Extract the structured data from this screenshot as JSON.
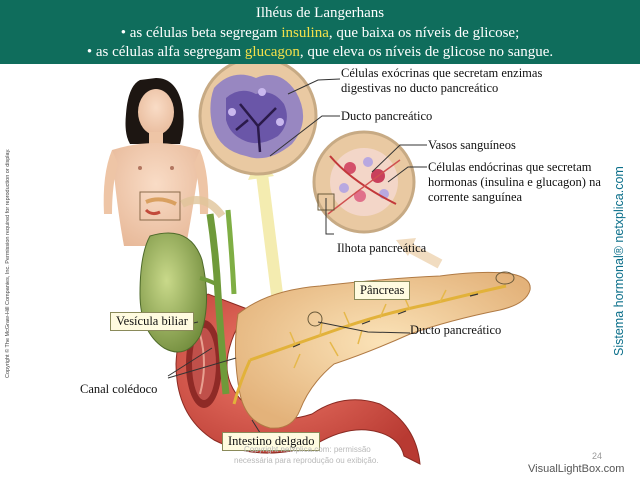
{
  "header": {
    "title": "Ilhéus de Langerhans",
    "line1_pre": "• as células beta segregam ",
    "line1_hl": "insulina",
    "line1_post": ", que baixa os níveis de glicose;",
    "line2_pre": "• as células alfa segregam ",
    "line2_hl": "glucagon",
    "line2_post": ", que eleva os níveis de glicose no sangue."
  },
  "labels": {
    "exocrine": "Células exócrinas que secretam enzimas digestivas no ducto pancreático",
    "duct_top": "Ducto pancreático",
    "vessels": "Vasos sanguíneos",
    "endocrine": "Células endócrinas que secretam hormonas (insulina e glucagon) na corrente sanguínea",
    "islet": "Ilhota pancreática",
    "pancreas": "Pâncreas",
    "gallbladder": "Vesícula biliar",
    "common_bile_duct": "Canal colédoco",
    "duct_bottom": "Ducto pancreático",
    "small_intestine": "Intestino delgado"
  },
  "side_text": "Sistema hormonal® netxplica.com",
  "copyright": "Copyright © The McGraw-Hill Companies, Inc. Permission required for reproduction or display.",
  "watermark": {
    "line1": "Copyright netxplica.com: permissão",
    "line2": "necessária para reprodução ou exibição."
  },
  "page_number": "24",
  "footer": "VisualLightBox.com",
  "colors": {
    "header_bg": "#0f6d5c",
    "highlight": "#f4e04a",
    "side_text": "#0b6f8a"
  }
}
